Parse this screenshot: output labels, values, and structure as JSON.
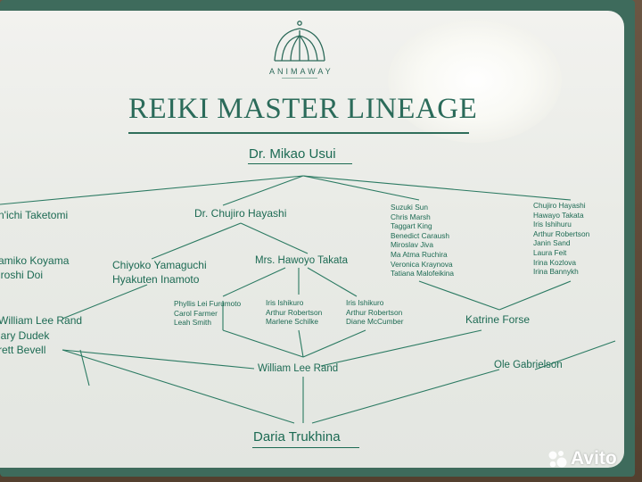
{
  "poster": {
    "brand": "ANIMAWAY",
    "title": "REIKI MASTER LINEAGE",
    "root": "Dr. Mikao Usui",
    "gen2": {
      "left_cut": "n'ichi Taketomi",
      "hayashi": "Dr. Chujiro Hayashi",
      "list_a": [
        "Suzuki Sun",
        "Chris Marsh",
        "Taggart King",
        "Benedict Caraush",
        "Miroslav Jiva",
        "Ma Atma Ruchira",
        "Veronica Kraynova",
        "Tatiana Malofeikina"
      ],
      "list_b": [
        "Chujiro Hayashi",
        "Hawayo Takata",
        "Iris Ishihuru",
        "Arthur Robertson",
        "Janin Sand",
        "Laura Feit",
        "Irina Kozlova",
        "Irina Bannykh"
      ]
    },
    "gen3": {
      "left_cut": [
        "amiko Koyama",
        "iroshi Doi"
      ],
      "yamaguchi": [
        "Chiyoko Yamaguchi",
        "Hyakuten Inamoto"
      ],
      "takata": "Mrs. Hawoyo Takata"
    },
    "gen4": {
      "list_c": [
        "Phyllis Lei Furumoto",
        "Carol Farmer",
        "Leah Smith"
      ],
      "list_d": [
        "Iris Ishikuro",
        "Arthur Robertson",
        "Marlene Schilke"
      ],
      "list_e": [
        "Iris Ishikuro",
        "Arthur Robertson",
        "Diane McCumber"
      ],
      "left_cut": [
        "William Lee Rand",
        "lary Dudek",
        "rett Bevell"
      ],
      "forse": "Katrine Forse"
    },
    "gen5": {
      "rand": "William Lee Rand",
      "gabrielson": "Ole Gabrielson"
    },
    "final": "Daria Trukhina"
  },
  "watermark": {
    "text": "Avito"
  },
  "colors": {
    "ink": "#1c6a53",
    "paper": "#eef0ec",
    "matte": "#3e6b5c",
    "frame": "#5b4a3a"
  }
}
